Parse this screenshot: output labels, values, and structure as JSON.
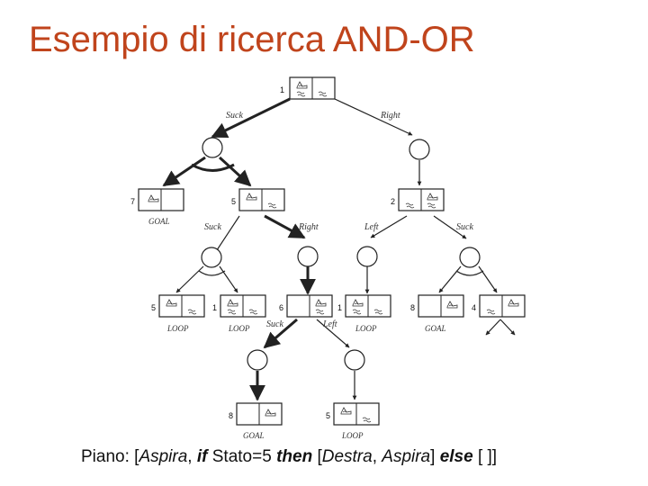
{
  "title": "Esempio di ricerca AND-OR",
  "plan": {
    "prefix": "Piano: [",
    "a1": "Aspira",
    "comma1": ", ",
    "kw_if": "if",
    "cond": " Stato=5 ",
    "kw_then": "then",
    "br_open": " [",
    "a2": "Destra",
    "comma2": ", ",
    "a3": "Aspira",
    "br_close": "] ",
    "kw_else": "else",
    "tail": " [ ]]"
  },
  "tree": {
    "states": {
      "root": "1",
      "goal7": "7",
      "s5": "5",
      "s2": "2",
      "loop5": "5",
      "loop1": "1",
      "s6": "6",
      "loop1b": "1",
      "goal8": "8",
      "s4": "4",
      "goal8b": "8",
      "loop5b": "5"
    },
    "actions": {
      "suck": "Suck",
      "right": "Right",
      "left": "Left"
    },
    "status": {
      "goal": "GOAL",
      "loop": "LOOP"
    }
  }
}
